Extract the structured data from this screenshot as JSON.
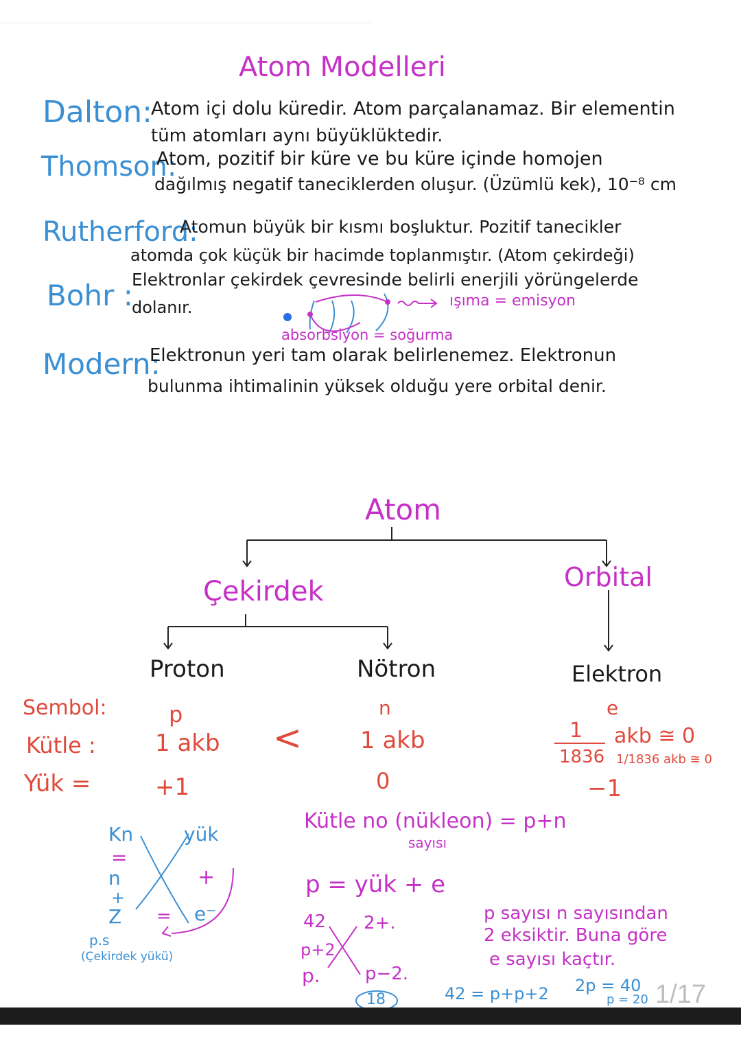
{
  "title": "Atom Modelleri",
  "models": [
    {
      "name": "Dalton:",
      "lines": [
        "Atom içi dolu küredir. Atom parçalanamaz. Bir elementin",
        "tüm atomları aynı büyüklüktedir."
      ]
    },
    {
      "name": "Thomson:",
      "lines": [
        "Atom, pozitif bir küre ve bu küre içinde homojen",
        "dağılmış negatif taneciklerden oluşur. (Üzümlü kek), 10⁻⁸ cm"
      ]
    },
    {
      "name": "Rutherford:",
      "lines": [
        "Atomun büyük bir kısmı boşluktur. Pozitif tanecikler",
        "atomda çok küçük bir hacimde toplanmıştır. (Atom çekirdeği)"
      ]
    },
    {
      "name": "Bohr :",
      "lines": [
        "Elektronlar çekirdek çevresinde belirli enerjili yörüngelerde",
        "dolanır."
      ]
    },
    {
      "name": "Modern:",
      "lines": [
        "Elektronun yeri tam olarak belirlenemez. Elektronun",
        "bulunma ihtimalinin yüksek olduğu yere orbital denir."
      ]
    }
  ],
  "bohr_diagram": {
    "emission": "ışıma = emisyon",
    "absorption": "absorbsiyon = soğurma"
  },
  "tree": {
    "root": "Atom",
    "left": "Çekirdek",
    "right": "Orbital",
    "proton": "Proton",
    "neutron": "Nötron",
    "electron": "Elektron"
  },
  "table": {
    "labels": [
      "Sembol:",
      "Kütle :",
      "Yük ="
    ],
    "proton": [
      "p",
      "1 akb",
      "+1"
    ],
    "neutron": [
      "n",
      "1 akb",
      "0"
    ],
    "electron": [
      "e",
      "1/1836 akb ≅ 0",
      "−1"
    ],
    "compare": "<",
    "electron_mass_num": "1",
    "electron_mass_den": "1836",
    "electron_mass_unit": "akb ≅ 0"
  },
  "cross_left": {
    "kn": "Kn",
    "eq1": "=",
    "n": "n",
    "plus": "+",
    "z": "Z",
    "yuk": "yük",
    "plus2": "+",
    "eq2": "=",
    "e": "e⁻",
    "ps": "p.s",
    "note": "(Çekirdek yükü)"
  },
  "formulas": {
    "mass_number": "Kütle no (nükleon) = p+n",
    "mass_number_sub": "sayısı",
    "p_formula": "p = yük + e"
  },
  "example": {
    "a": "42",
    "charge": "2+.",
    "p2": "p+2",
    "p": "p.",
    "pm2": "p−2.",
    "answer": "18",
    "note_lines": [
      "p sayısı n sayısından",
      "2 eksiktir. Buna göre",
      "e sayısı kaçtır."
    ],
    "eq1": "42 = p+p+2",
    "eq2": "2p = 40",
    "eq3": "p = 20"
  },
  "page_counter": "1/17",
  "colors": {
    "title": "#c531c7",
    "model_name": "#3b8fd3",
    "body": "#1a1a1a",
    "label": "#e04a3c",
    "bar": "#1c1c1c"
  }
}
